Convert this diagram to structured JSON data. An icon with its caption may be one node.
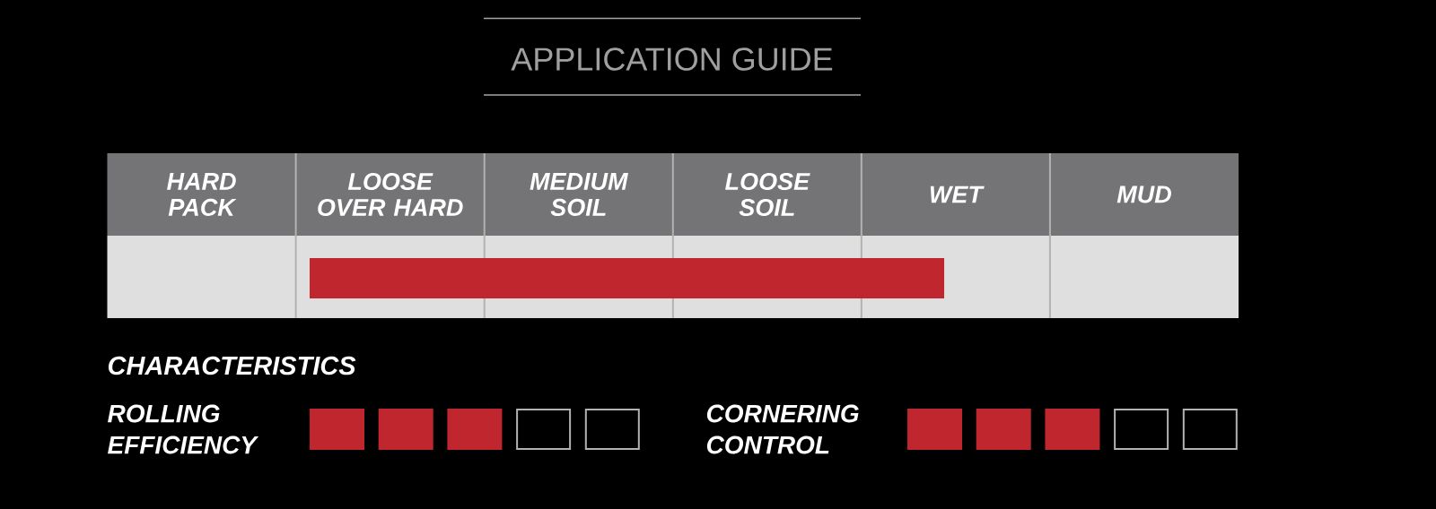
{
  "diagram": {
    "title": "APPLICATION GUIDE",
    "nodes": [
      {
        "text": [],
        "shape": "bar"
      }
    ],
    "labels": [
      "HARD PACK",
      "LOOSE OVER HARD",
      "MEDIUM SOIL",
      "LOOSE SOIL",
      "WET",
      "MUD",
      "CHARACTERISTICS",
      "ROLLING EFFICIENCY",
      "CORNERING CONTROL"
    ]
  }
}
